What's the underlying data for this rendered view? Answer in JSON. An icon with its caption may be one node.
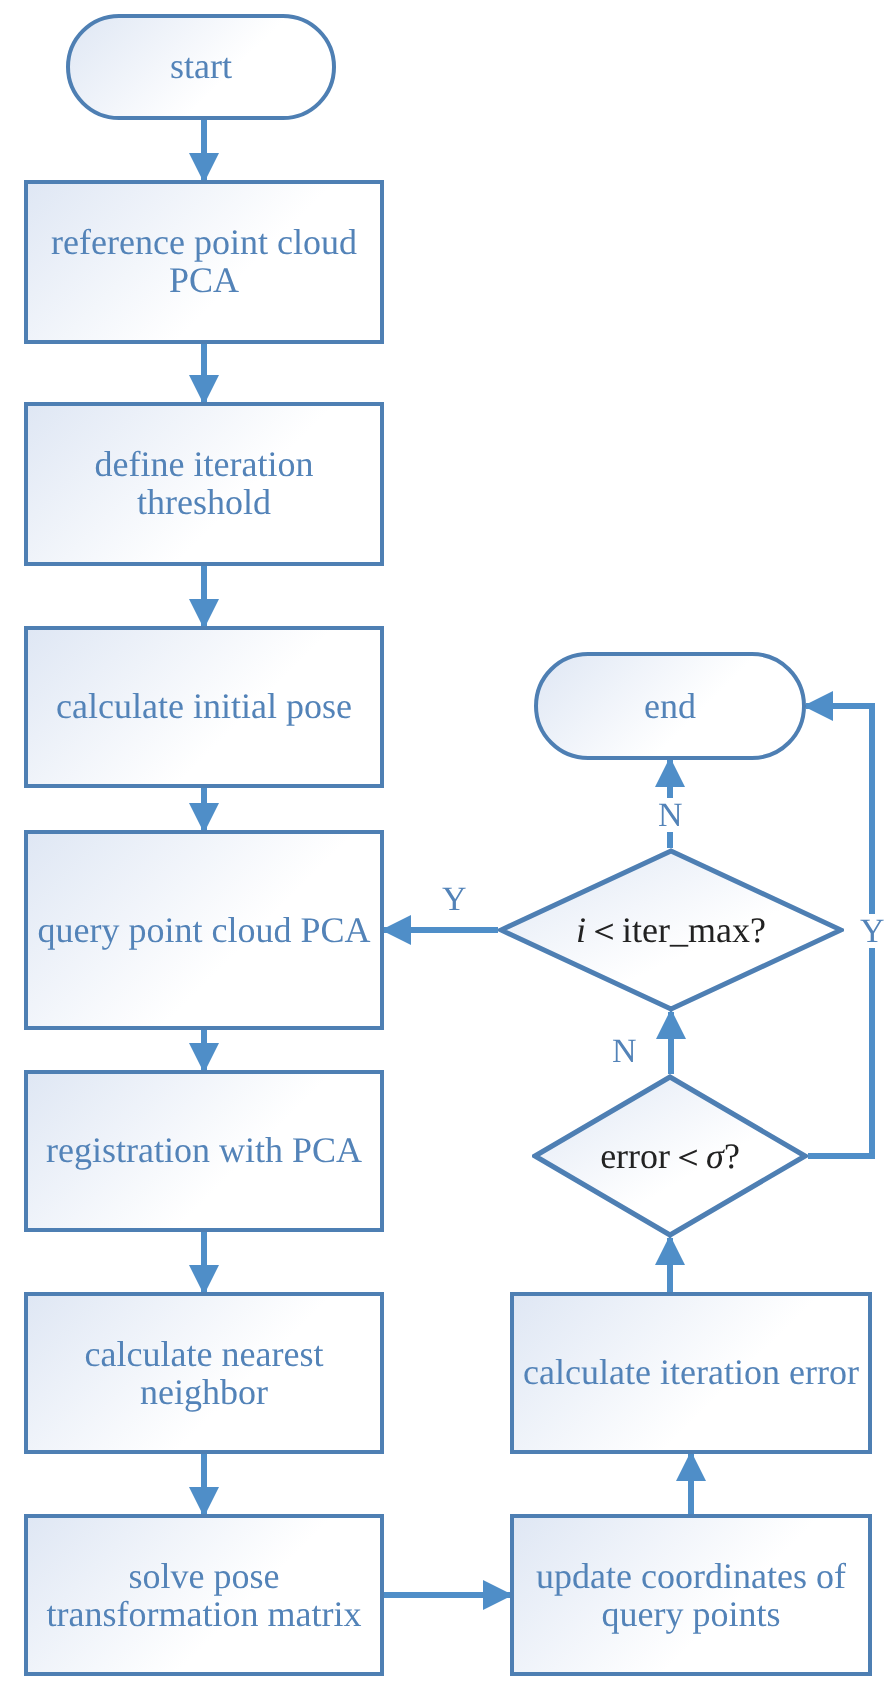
{
  "diagram": {
    "nodes": [
      {
        "text": [
          "start"
        ]
      },
      {
        "text": [
          "reference point cloud PCA"
        ]
      },
      {
        "text": [
          "define iteration threshold"
        ]
      },
      {
        "text": [
          "calculate initial pose"
        ]
      },
      {
        "text": [
          "query point cloud PCA"
        ]
      },
      {
        "text": [
          "registration with PCA"
        ]
      },
      {
        "text": [
          "calculate nearest neighbor"
        ]
      },
      {
        "text": [
          "solve pose transformation matrix"
        ]
      },
      {
        "text": [
          "update coordinates of query points"
        ]
      },
      {
        "text": [
          "calculate iteration error"
        ]
      },
      {
        "text": [
          "error＜*σ*?"
        ]
      },
      {
        "text": [
          "*i*＜iter_max?"
        ]
      },
      {
        "text": [
          "end"
        ]
      }
    ],
    "edges": [
      {
        "from": 0,
        "to": 1,
        "arrow": "to"
      },
      {
        "from": 1,
        "to": 2,
        "arrow": "to"
      },
      {
        "from": 2,
        "to": 3,
        "arrow": "to"
      },
      {
        "from": 3,
        "to": 4,
        "arrow": "to"
      },
      {
        "from": 4,
        "to": 5,
        "arrow": "to"
      },
      {
        "from": 5,
        "to": 6,
        "arrow": "to"
      },
      {
        "from": 6,
        "to": 7,
        "arrow": "to"
      },
      {
        "from": 7,
        "to": 8,
        "arrow": "to"
      },
      {
        "from": 8,
        "to": 9,
        "arrow": "to"
      },
      {
        "from": 9,
        "to": 10,
        "arrow": "to"
      },
      {
        "from": 10,
        "to": 11,
        "arrow": "to",
        "label": "N"
      },
      {
        "from": 11,
        "to": 12,
        "arrow": "to",
        "label": "N"
      },
      {
        "from": 11,
        "to": 4,
        "arrow": "to",
        "label": "Y"
      },
      {
        "from": 10,
        "to": 12,
        "arrow": "to",
        "label": "Y"
      }
    ]
  }
}
